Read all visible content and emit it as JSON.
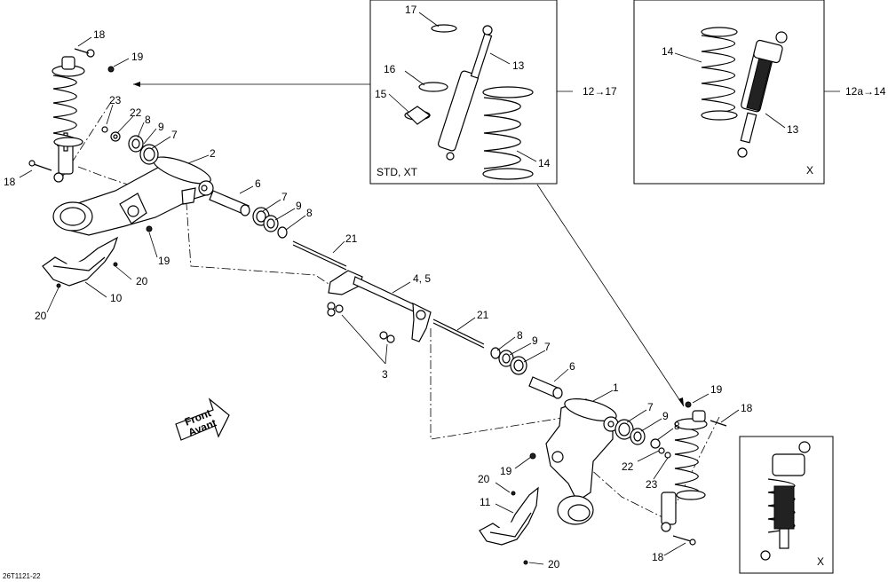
{
  "callouts": [
    "18",
    "19",
    "23",
    "22",
    "8",
    "9",
    "7",
    "2",
    "6",
    "7",
    "9",
    "8",
    "18",
    "19",
    "20",
    "10",
    "20",
    "21",
    "4, 5",
    "3",
    "21",
    "8",
    "9",
    "7",
    "6",
    "1",
    "7",
    "9",
    "8",
    "19",
    "18",
    "22",
    "23",
    "19",
    "20",
    "11",
    "20",
    "18"
  ],
  "inset_std": {
    "labels": [
      "17",
      "16",
      "15",
      "13",
      "14"
    ],
    "caption": "STD, XT",
    "range": "12→17"
  },
  "inset_x_top": {
    "labels": [
      "14",
      "13"
    ],
    "caption": "X",
    "range": "12a→14"
  },
  "inset_x_bottom": {
    "caption": "X"
  },
  "front_arrow": {
    "line1": "Front",
    "line2": "Avant"
  },
  "reference": "26T1121-22"
}
